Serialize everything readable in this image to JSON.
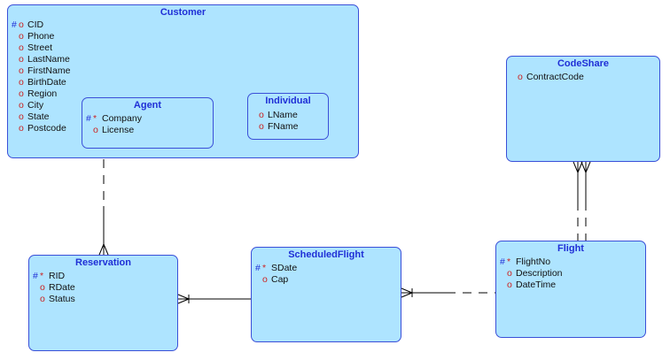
{
  "entities": {
    "customer": {
      "title": "Customer",
      "attrs": [
        {
          "m1": "#",
          "m2": "o",
          "name": "CID"
        },
        {
          "m1": "",
          "m2": "o",
          "name": "Phone"
        },
        {
          "m1": "",
          "m2": "o",
          "name": "Street"
        },
        {
          "m1": "",
          "m2": "o",
          "name": "LastName"
        },
        {
          "m1": "",
          "m2": "o",
          "name": "FirstName"
        },
        {
          "m1": "",
          "m2": "o",
          "name": "BirthDate"
        },
        {
          "m1": "",
          "m2": "o",
          "name": "Region"
        },
        {
          "m1": "",
          "m2": "o",
          "name": "City"
        },
        {
          "m1": "",
          "m2": "o",
          "name": "State"
        },
        {
          "m1": "",
          "m2": "o",
          "name": "Postcode"
        }
      ]
    },
    "agent": {
      "title": "Agent",
      "attrs": [
        {
          "m1": "#",
          "m2": "*",
          "name": "Company"
        },
        {
          "m1": "",
          "m2": "o",
          "name": "License"
        }
      ]
    },
    "individual": {
      "title": "Individual",
      "attrs": [
        {
          "m1": "",
          "m2": "o",
          "name": "LName"
        },
        {
          "m1": "",
          "m2": "o",
          "name": "FName"
        }
      ]
    },
    "codeshare": {
      "title": "CodeShare",
      "attrs": [
        {
          "m1": "",
          "m2": "o",
          "name": "ContractCode"
        }
      ]
    },
    "reservation": {
      "title": "Reservation",
      "attrs": [
        {
          "m1": "#",
          "m2": "*",
          "name": "RID"
        },
        {
          "m1": "",
          "m2": "o",
          "name": "RDate"
        },
        {
          "m1": "",
          "m2": "o",
          "name": "Status"
        }
      ]
    },
    "scheduledflight": {
      "title": "ScheduledFlight",
      "attrs": [
        {
          "m1": "#",
          "m2": "*",
          "name": "SDate"
        },
        {
          "m1": "",
          "m2": "o",
          "name": "Cap"
        }
      ]
    },
    "flight": {
      "title": "Flight",
      "attrs": [
        {
          "m1": "#",
          "m2": "*",
          "name": "FlightNo"
        },
        {
          "m1": "",
          "m2": "o",
          "name": "Description"
        },
        {
          "m1": "",
          "m2": "o",
          "name": "DateTime"
        }
      ]
    }
  },
  "colors": {
    "entity_fill": "#aee4ff",
    "entity_border": "#3a4fd8",
    "title": "#1f2fd6",
    "key_marker": "#1f2fd6",
    "mandatory_marker": "#cc2222"
  }
}
